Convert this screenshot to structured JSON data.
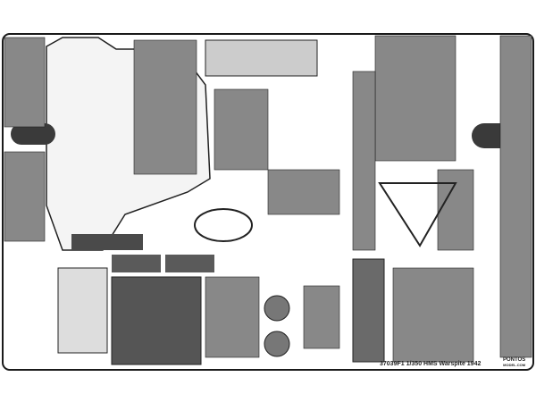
{
  "fret": {
    "part_code_label": "37039F1 1/350 HMS Warspite 1942",
    "brand_logo": "PONTOS",
    "brand_site": "MODEL.COM",
    "colors": {
      "metal": "#7a7a7a",
      "dark": "#3a3a3a",
      "outline": "#1a1a1a",
      "background": "#ffffff"
    }
  }
}
